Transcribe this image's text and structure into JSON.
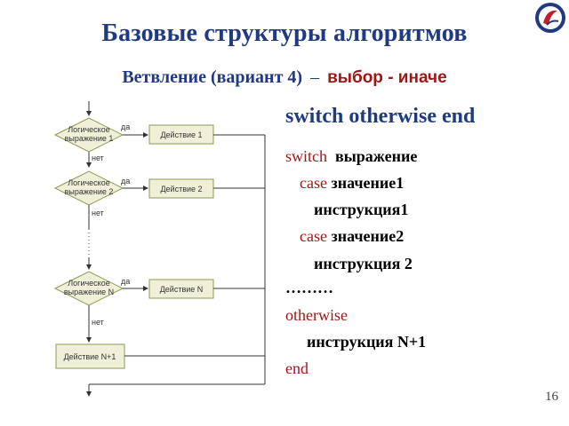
{
  "title": "Базовые структуры алгоритмов",
  "subtitle": {
    "main": "Ветвление (вариант 4)",
    "dash": "–",
    "keywords": "выбор - иначе"
  },
  "heading": "switch otherwise end",
  "code": {
    "line1_kw": "switch",
    "line1_rest": "выражение",
    "line2_kw": "case",
    "line2_rest": "значение1",
    "line3": "инструкция1",
    "line4_kw": "case",
    "line4_rest": "значение2",
    "line5": "инструкция 2",
    "line6": "………",
    "line7_kw": "otherwise",
    "line8": "инструкция N+1",
    "line9_kw": "end"
  },
  "flowchart": {
    "cond1_line1": "Логическое",
    "cond1_line2": "выражение 1",
    "cond2_line1": "Логическое",
    "cond2_line2": "выражение 2",
    "condN_line1": "Логическое",
    "condN_line2": "выражение N",
    "action1": "Действие 1",
    "action2": "Действие 2",
    "actionN": "Действие N",
    "actionN1": "Действие N+1",
    "yes": "да",
    "no": "нет"
  },
  "page_number": "16",
  "colors": {
    "title": "#1f3a80",
    "keyword": "#a01515",
    "shape_fill": "#f0f0d8",
    "shape_stroke": "#8a9a50"
  }
}
